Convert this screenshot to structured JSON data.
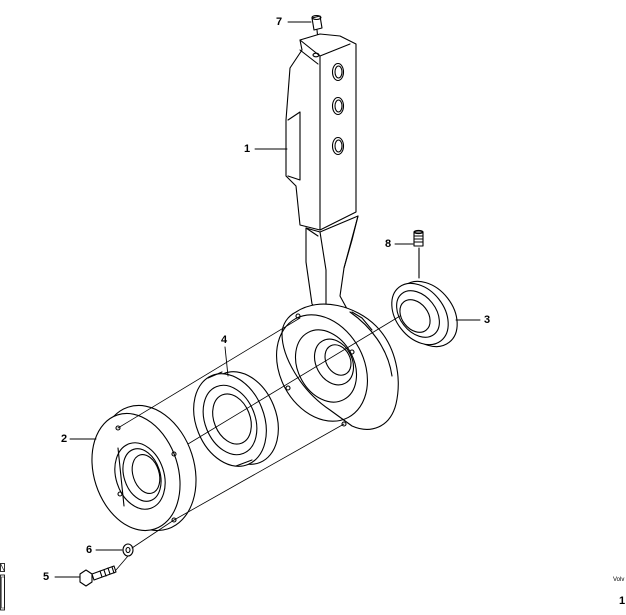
{
  "callouts": {
    "c1": "1",
    "c2": "2",
    "c3": "3",
    "c4": "4",
    "c5": "5",
    "c6": "6",
    "c7": "7",
    "c8": "8"
  },
  "footer": {
    "brand": "Volv",
    "page": "1"
  }
}
